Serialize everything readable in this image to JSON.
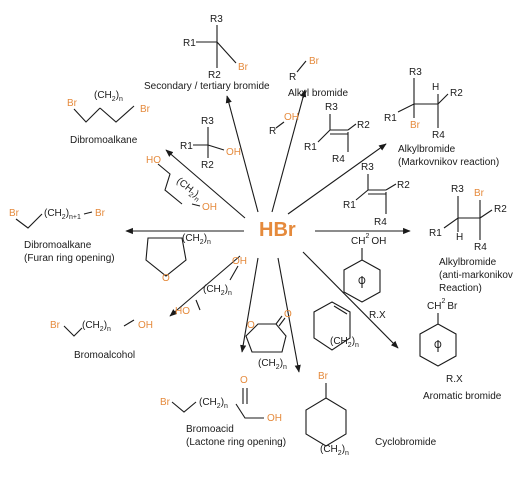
{
  "reagent": "HBr",
  "colors": {
    "accent": "#e58a3c",
    "ink": "#1a1a1a"
  },
  "groups": {
    "sec_tert": {
      "R3": "R3",
      "R1": "R1",
      "R2": "R2",
      "Br": "Br",
      "label": "Secondary / tertiary bromide"
    },
    "alkyl": {
      "R": "R",
      "Br": "Br",
      "label": "Alkyl bromide"
    },
    "markov": {
      "R3": "R3",
      "H": "H",
      "R2": "R2",
      "R1": "R1",
      "Br": "Br",
      "R4": "R4",
      "label1": "Alkylbromide",
      "label2": "(Markovnikov reaction)"
    },
    "dibromo1": {
      "CH": "(CH",
      "two": "2",
      "close": ")",
      "n": "n",
      "Br1": "Br",
      "Br2": "Br",
      "label": "Dibromoalkane"
    },
    "tert_alcohol": {
      "R3": "R3",
      "R1": "R1",
      "OH": "OH",
      "R2": "R2"
    },
    "alkyl_alcohol": {
      "R": "R",
      "OH": "OH"
    },
    "alkene1": {
      "R3": "R3",
      "R2": "R2",
      "R1": "R1",
      "R4": "R4"
    },
    "diol": {
      "OH1": "HO",
      "OH2": "OH",
      "CH": "(CH",
      "two": "2",
      "close": ")",
      "n": "n"
    },
    "alkene2": {
      "R3": "R3",
      "R2": "R2",
      "R1": "R1",
      "R4": "R4"
    },
    "anti": {
      "R3": "R3",
      "Br": "Br",
      "R1": "R1",
      "R2": "R2",
      "H": "H",
      "R4": "R4",
      "label1": "Alkylbromide",
      "label2": "(anti-markonikov",
      "label3": "Reaction)"
    },
    "dibromo2": {
      "Br1": "Br",
      "CH": "(CH",
      "two": "2",
      "close": ")",
      "nplus": "n+1",
      "Br2": "Br",
      "label1": "Dibromoalkane",
      "label2": "(Furan ring opening)"
    },
    "thf": {
      "CH": "(CH",
      "two": "2",
      "close": ")",
      "n": "n",
      "O": "O"
    },
    "arom_alcohol": {
      "CH": "CH",
      "two": "2",
      "OH": "OH",
      "O": "O",
      "RX": "R.X"
    },
    "diol2": {
      "OH1": "OH",
      "OH2": "HO",
      "CH": "(CH",
      "two": "2",
      "close": ")",
      "n": "n"
    },
    "bromoalcohol": {
      "Br": "Br",
      "CH": "(CH",
      "two": "2",
      "close": ")",
      "n": "n",
      "OH": "OH",
      "label": "Bromoalcohol"
    },
    "lactone": {
      "O1": "O",
      "O2": "O",
      "CH": "(CH",
      "two": "2",
      "close": ")",
      "n": "n"
    },
    "cycloalkene": {
      "CH": "(CH",
      "two": "2",
      "close": ")",
      "n": "n"
    },
    "arom_bromide": {
      "CH": "CH",
      "two": "2",
      "Br": "Br",
      "O": "O",
      "RX": "R.X",
      "label": "Aromatic bromide"
    },
    "bromoacid": {
      "Br": "Br",
      "CH": "(CH",
      "two": "2",
      "close": ")",
      "n": "n",
      "O": "O",
      "OH": "OH",
      "label1": "Bromoacid",
      "label2": "(Lactone ring opening)"
    },
    "cyclobromide": {
      "Br": "Br",
      "CH": "(CH",
      "two": "2",
      "close": ")",
      "n": "n",
      "label": "Cyclobromide"
    }
  }
}
